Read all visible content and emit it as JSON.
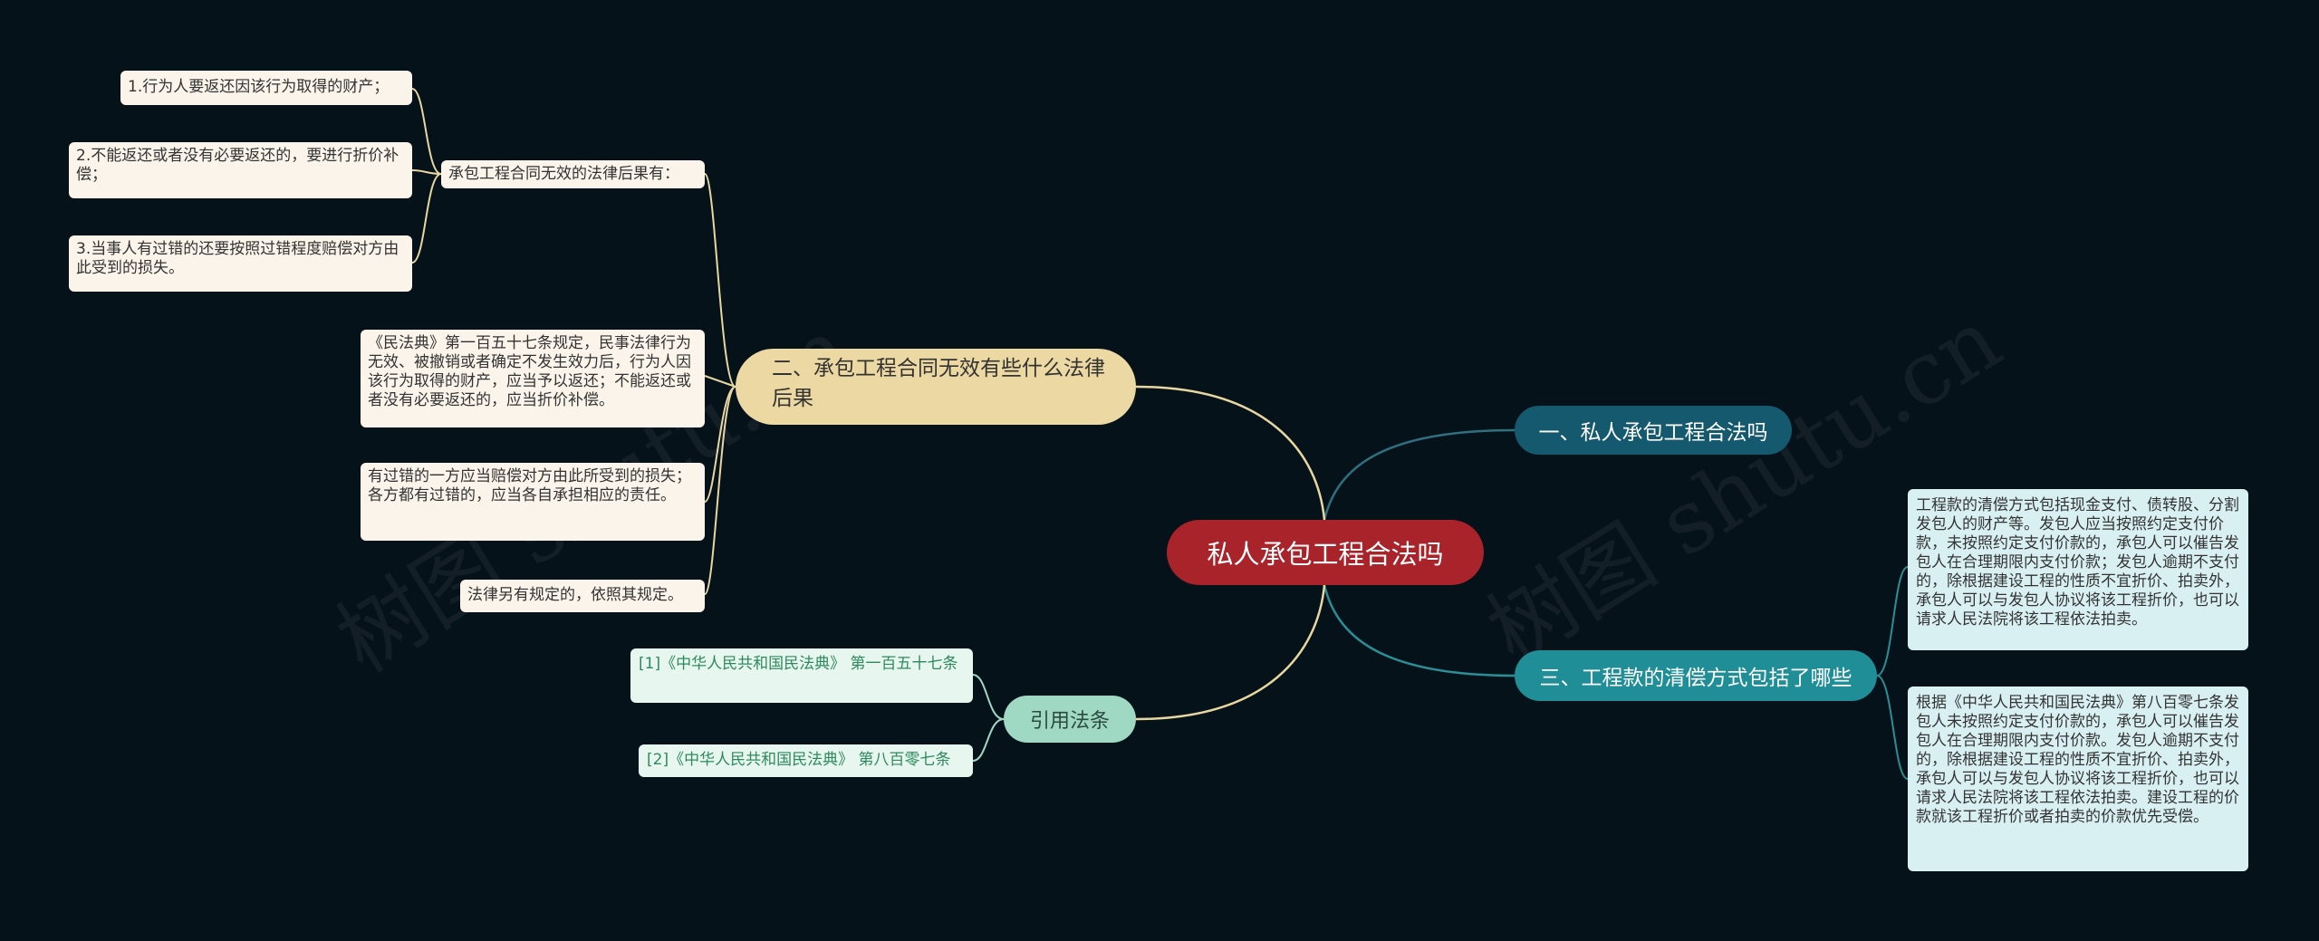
{
  "root": {
    "label": "私人承包工程合法吗"
  },
  "branches": {
    "b1": {
      "label": "一、私人承包工程合法吗"
    },
    "b2": {
      "label": "二、承包工程合同无效有些什么法律后果"
    },
    "b3": {
      "label": "三、工程款的清偿方式包括了哪些"
    },
    "ref": {
      "label": "引用法条"
    }
  },
  "b2_children": {
    "consequences": {
      "label": "承包工程合同无效的法律后果有："
    },
    "c1": "1.行为人要返还因该行为取得的财产；",
    "c2": "2.不能返还或者没有必要返还的，要进行折价补偿；",
    "c3": "3.当事人有过错的还要按照过错程度赔偿对方由此受到的损失。",
    "law157": "《民法典》第一百五十七条规定，民事法律行为无效、被撤销或者确定不发生效力后，行为人因该行为取得的财产，应当予以返还；不能返还或者没有必要返还的，应当折价补偿。",
    "fault": "有过错的一方应当赔偿对方由此所受到的损失；各方都有过错的，应当各自承担相应的责任。",
    "other": "法律另有规定的，依照其规定。"
  },
  "b3_children": {
    "methods": "工程款的清偿方式包括现金支付、债转股、分割发包人的财产等。发包人应当按照约定支付价款，未按照约定支付价款的，承包人可以催告发包人在合理期限内支付价款；发包人逾期不支付的，除根据建设工程的性质不宜折价、拍卖外，承包人可以与发包人协议将该工程折价，也可以请求人民法院将该工程依法拍卖。",
    "law807": "根据《中华人民共和国民法典》第八百零七条发包人未按照约定支付价款的，承包人可以催告发包人在合理期限内支付价款。发包人逾期不支付的，除根据建设工程的性质不宜折价、拍卖外，承包人可以与发包人协议将该工程折价，也可以请求人民法院将该工程依法拍卖。建设工程的价款就该工程折价或者拍卖的价款优先受偿。"
  },
  "ref_children": {
    "r1": "[1]《中华人民共和国民法典》 第一百五十七条",
    "r2": "[2]《中华人民共和国民法典》 第八百零七条"
  },
  "watermarks": [
    "树图 shutu.cn",
    "树图 shutu.cn"
  ],
  "colors": {
    "background": "#06121a",
    "root": "#a8232a",
    "branch1": "#14596e",
    "branch2": "#ecd8a2",
    "branch3": "#1f8e96",
    "ref_branch": "#9fd9c3"
  }
}
